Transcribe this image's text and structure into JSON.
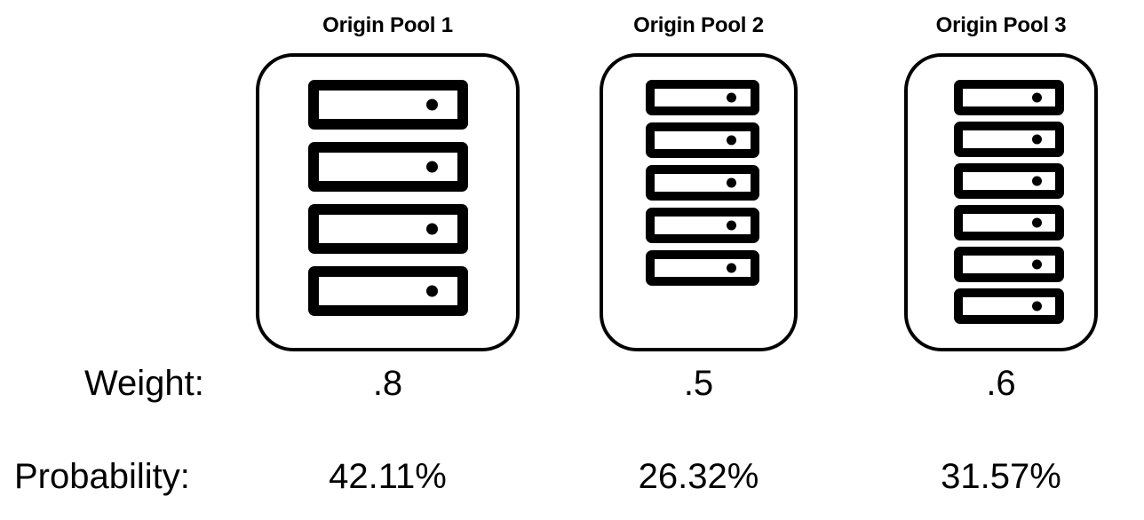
{
  "diagram": {
    "title_row": {
      "pools": [
        {
          "label": "Origin Pool 1"
        },
        {
          "label": "Origin Pool 2"
        },
        {
          "label": "Origin Pool 3"
        }
      ]
    },
    "pools": [
      {
        "name": "Origin Pool 1",
        "server_count": 4,
        "weight": ".8",
        "probability": "42.11%"
      },
      {
        "name": "Origin Pool 2",
        "server_count": 5,
        "weight": ".5",
        "probability": "26.32%"
      },
      {
        "name": "Origin Pool 3",
        "server_count": 6,
        "weight": ".6",
        "probability": "31.57%"
      }
    ],
    "weight_row": {
      "label": "Weight:",
      "values": [
        ".8",
        ".5",
        ".6"
      ]
    },
    "probability_row": {
      "label": "Probability:",
      "values": [
        "42.11%",
        "26.32%",
        "31.57%"
      ]
    },
    "colors": {
      "background": "#ffffff",
      "stroke": "#000000",
      "text": "#000000"
    }
  }
}
